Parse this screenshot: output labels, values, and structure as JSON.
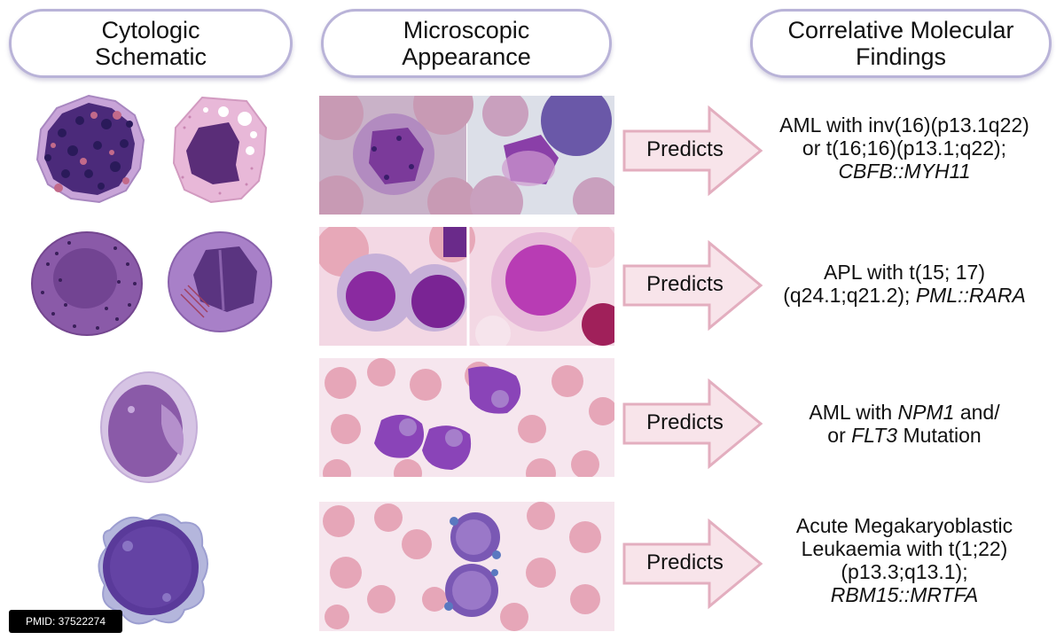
{
  "headers": {
    "cytologic": "Cytologic\nSchematic",
    "microscopic": "Microscopic\nAppearance",
    "molecular": "Correlative Molecular\nFindings"
  },
  "rows": [
    {
      "arrow_label": "Predicts",
      "finding": {
        "l1": "AML with inv(16)(p13.1q22)",
        "l2": "or t(16;16)(p13.1;q22);",
        "l3_italic": "CBFB::MYH11"
      }
    },
    {
      "arrow_label": "Predicts",
      "finding": {
        "l1": "APL with t(15; 17)",
        "l2_plain": "(q24.1;q21.2); ",
        "l2_italic": "PML::RARA"
      }
    },
    {
      "arrow_label": "Predicts",
      "finding": {
        "l1_plain": "AML with ",
        "l1_italic": "NPM1",
        "l1_tail": " and/",
        "l2_plain": "or ",
        "l2_italic": "FLT3",
        "l2_tail": " Mutation"
      }
    },
    {
      "arrow_label": "Predicts",
      "finding": {
        "l1": "Acute Megakaryoblastic",
        "l2": "Leukaemia with t(1;22)",
        "l3": "(p13.3;q13.1);",
        "l4_italic": "RBM15::MRTFA"
      }
    }
  ],
  "pmid": "PMID: 37522274",
  "colors": {
    "header_border": "#b9b3d8",
    "arrow_fill": "#f8e4ea",
    "arrow_stroke": "#e3aebf",
    "cell_purple": "#6b3d9a",
    "rbc_pink": "#e7a8b8"
  }
}
